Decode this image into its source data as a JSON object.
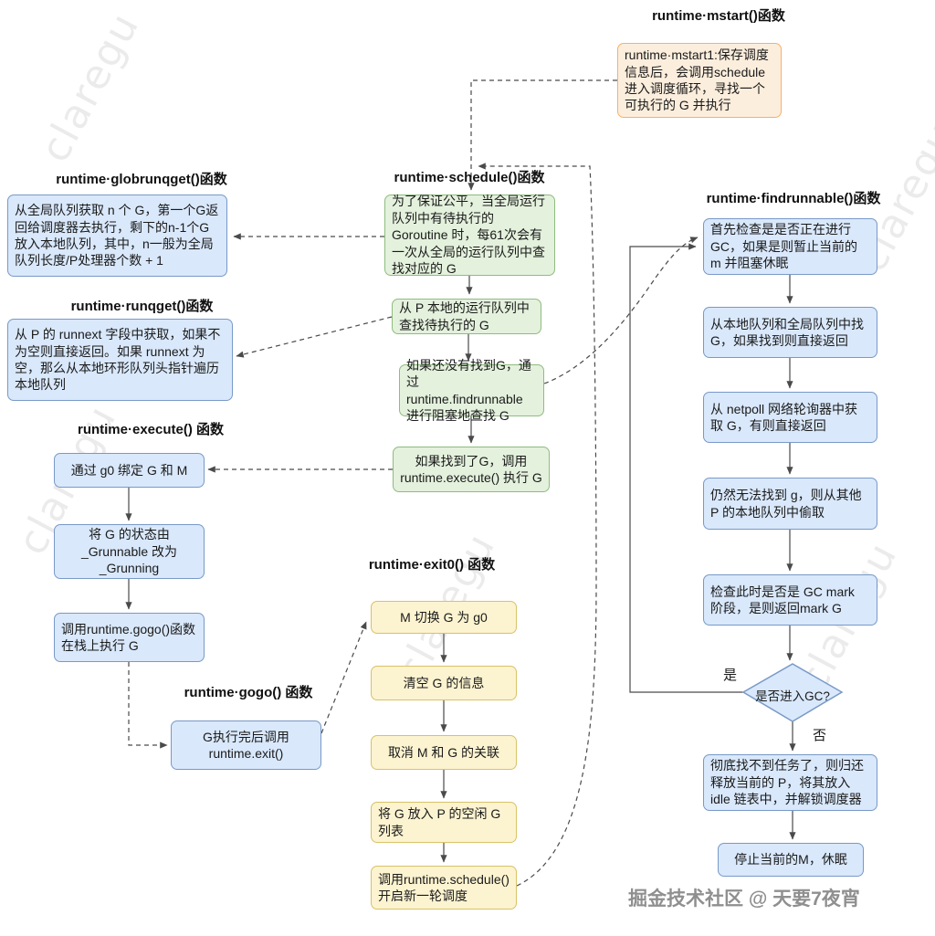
{
  "watermark": {
    "diagonal": "claregu",
    "footer": "掘金技术社区 @ 天要7夜宵"
  },
  "colors": {
    "box_blue": "#d9e8fb",
    "border_blue": "#7899c7",
    "box_green": "#e4f1dd",
    "border_green": "#8fbc7f",
    "box_yellow": "#fcf3d0",
    "border_yellow": "#d8c269",
    "box_orange": "#fceedd",
    "border_orange": "#f2b16e",
    "arrow": "#4a4a4a"
  },
  "functions": {
    "mstart": {
      "title": "runtime·mstart()函数",
      "steps": [
        "runtime·mstart1:保存调度信息后，会调用schedule进入调度循环，寻找一个可执行的 G 并执行"
      ]
    },
    "schedule": {
      "title": "runtime·schedule()函数",
      "steps": [
        "为了保证公平，当全局运行队列中有待执行的 Goroutine 时，每61次会有一次从全局的运行队列中查找对应的 G",
        "从 P 本地的运行队列中查找待执行的 G",
        "如果还没有找到G，通过 runtime.findrunnable 进行阻塞地查找 G",
        "如果找到了G，调用 runtime.execute() 执行 G"
      ]
    },
    "globrunqget": {
      "title": "runtime·globrunqget()函数",
      "steps": [
        "从全局队列获取 n 个 G，第一个G返回给调度器去执行，剩下的n-1个G放入本地队列，其中，n一般为全局队列长度/P处理器个数 + 1"
      ]
    },
    "runqget": {
      "title": "runtime·runqget()函数",
      "steps": [
        "从 P 的 runnext 字段中获取，如果不为空则直接返回。如果 runnext 为空，那么从本地环形队列头指针遍历本地队列"
      ]
    },
    "execute": {
      "title": "runtime·execute() 函数",
      "steps": [
        "通过 g0 绑定 G 和 M",
        "将 G 的状态由 _Grunnable 改为 _Grunning",
        "调用runtime.gogo()函数在栈上执行 G"
      ]
    },
    "gogo": {
      "title": "runtime·gogo() 函数",
      "steps": [
        "G执行完后调用 runtime.exit()"
      ]
    },
    "exit0": {
      "title": "runtime·exit0() 函数",
      "steps": [
        "M 切换 G 为 g0",
        "清空 G 的信息",
        "取消 M 和 G 的关联",
        "将 G 放入 P 的空闲 G 列表",
        "调用runtime.schedule() 开启新一轮调度"
      ]
    },
    "findrunnable": {
      "title": "runtime·findrunnable()函数",
      "steps": [
        "首先检查是是否正在进行 GC，如果是则暂止当前的 m 并阻塞休眠",
        "从本地队列和全局队列中找 G，如果找到则直接返回",
        "从 netpoll 网络轮询器中获取 G，有则直接返回",
        "仍然无法找到 g，则从其他 P 的本地队列中偷取",
        "检查此时是否是 GC mark 阶段，是则返回mark G"
      ],
      "decision": "是否进入GC?",
      "yes_label": "是",
      "no_label": "否",
      "after": [
        "彻底找不到任务了，则归还释放当前的 P，将其放入 idle 链表中，并解锁调度器",
        "停止当前的M，休眠"
      ]
    }
  }
}
